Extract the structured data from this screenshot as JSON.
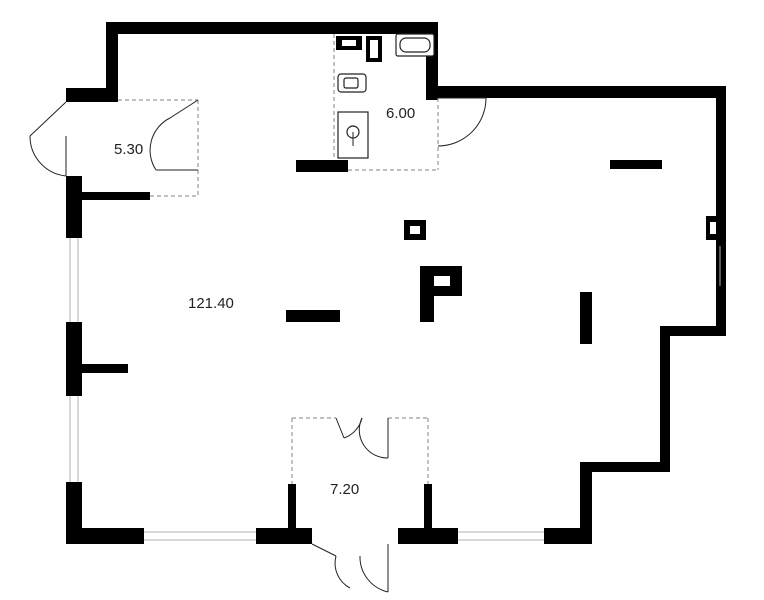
{
  "rooms": [
    {
      "id": "main-hall",
      "label": "121.40"
    },
    {
      "id": "bathroom",
      "label": "6.00"
    },
    {
      "id": "entry-vestibule",
      "label": "5.30"
    },
    {
      "id": "bottom-vestibule",
      "label": "7.20"
    }
  ],
  "colors": {
    "wall": "#000000",
    "background": "#ffffff",
    "dashed_partition": "#9a9a9a",
    "label": "#222222"
  },
  "icons": [
    "toilet-icon",
    "sink-icon",
    "bathtub-icon",
    "door-swing-icon"
  ]
}
